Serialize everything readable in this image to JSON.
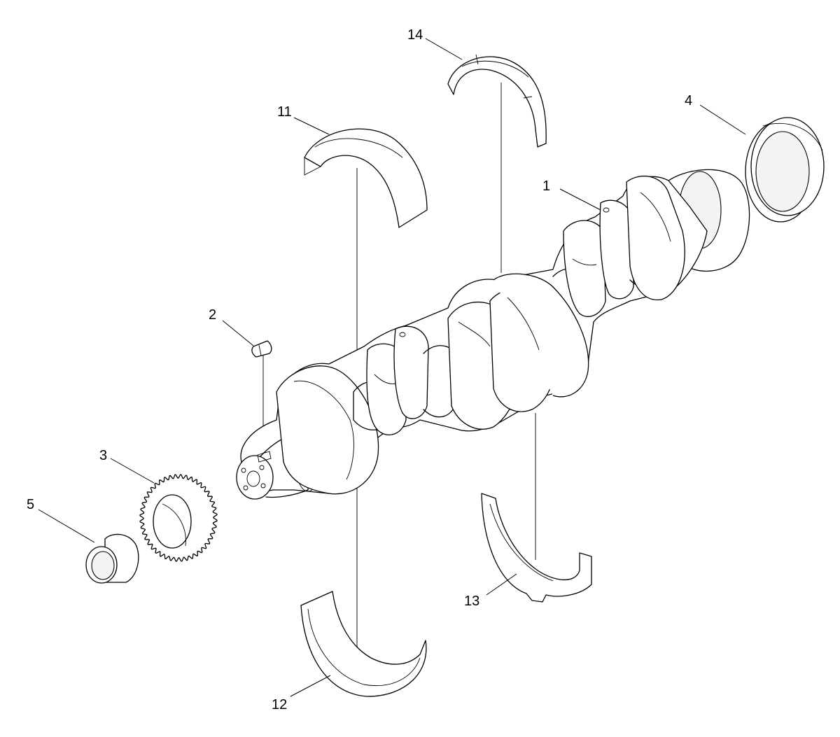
{
  "callouts": {
    "crankshaft": "1",
    "key": "2",
    "gear": "3",
    "rear_seal_ring": "4",
    "front_bushing": "5",
    "upper_main_bearing": "11",
    "lower_main_bearing": "12",
    "lower_thrust_washer": "13",
    "upper_thrust_washer": "14"
  }
}
